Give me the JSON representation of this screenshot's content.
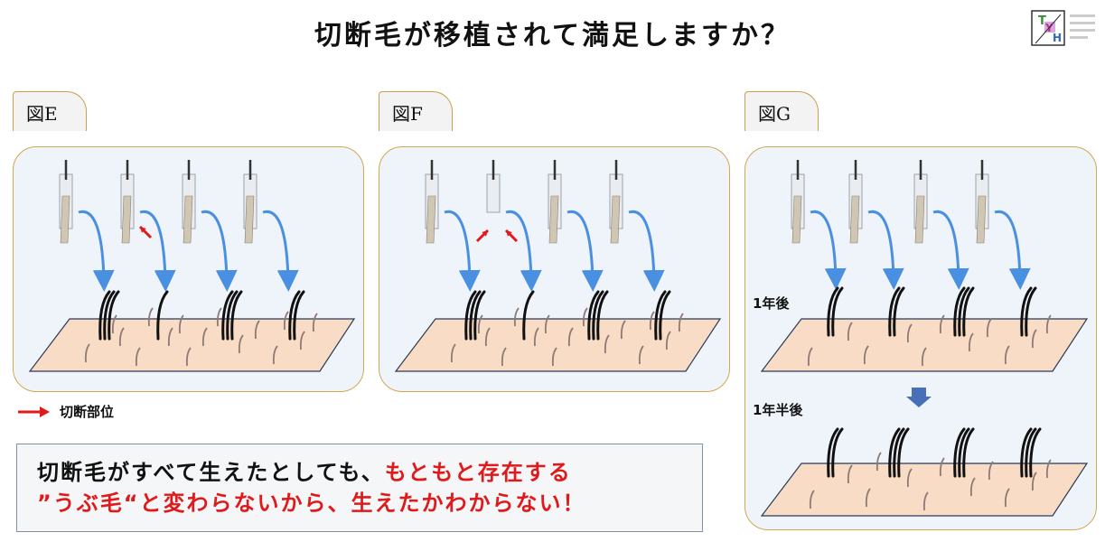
{
  "title": "切断毛が移植されて満足しますか？",
  "logo": {
    "letters": [
      "T",
      "Y",
      "H"
    ],
    "colors": {
      "T": "#3c8a3c",
      "Y": "#b3368f",
      "H": "#2c6fb0"
    }
  },
  "panels": [
    {
      "tab": "図E",
      "cut_positions": [
        [
          1,
          "tip"
        ]
      ]
    },
    {
      "tab": "図F",
      "cut_positions": [
        [
          1,
          "left"
        ],
        [
          1,
          "right"
        ]
      ]
    },
    {
      "tab": "図G",
      "after_1y": "1年後",
      "after_1_5y": "1年半後"
    }
  ],
  "legend": {
    "label": "切断部位"
  },
  "note": {
    "line1_black": "切断毛がすべて生えたとしても、",
    "line1_red": "もともと存在する",
    "line2_red": "”うぶ毛“と変わらないから、生えたかわからない！"
  },
  "colors": {
    "arrow_blue": "#4a90e2",
    "cut_red": "#e0191b",
    "scalp": "#f8dcc5",
    "panel_bg": "#eef4fa",
    "panel_border": "#d1a84e"
  }
}
